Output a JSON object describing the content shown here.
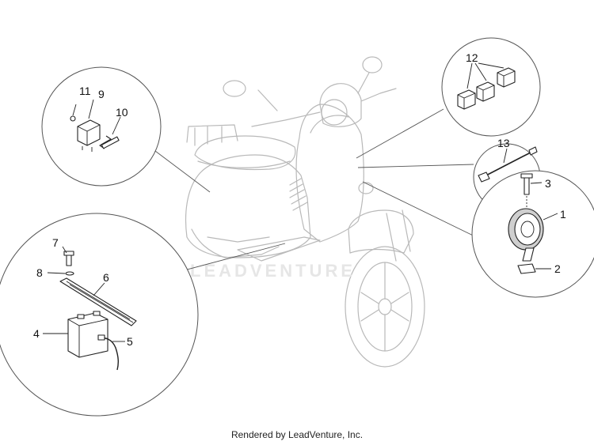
{
  "watermark": "LEADVENTURE",
  "footer_text": "Rendered by LeadVenture, Inc.",
  "part_numbers": {
    "p1": "1",
    "p2": "2",
    "p3": "3",
    "p4": "4",
    "p5": "5",
    "p6": "6",
    "p7": "7",
    "p8": "8",
    "p9": "9",
    "p10": "10",
    "p11": "11",
    "p12": "12",
    "p13": "13"
  }
}
